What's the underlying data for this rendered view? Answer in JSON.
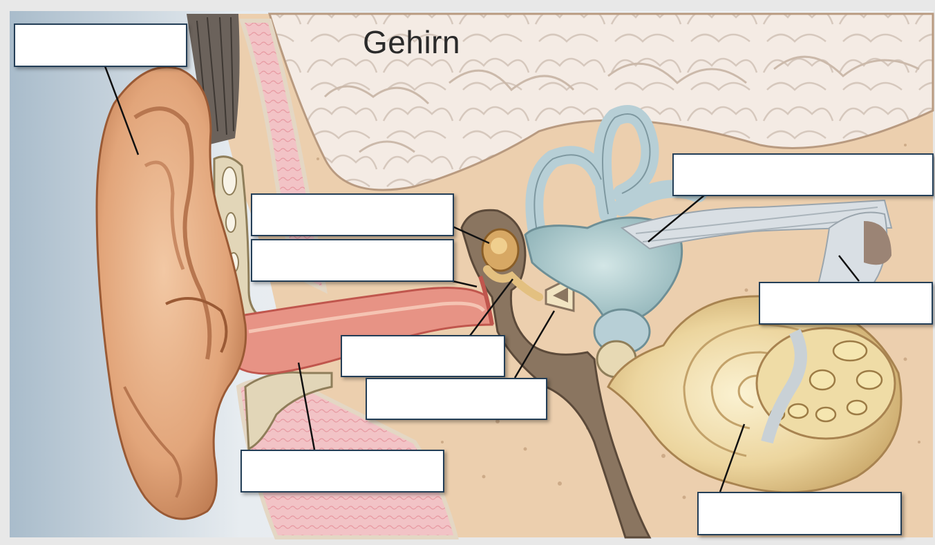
{
  "diagram": {
    "title": "Gehirn",
    "answer_boxes": [
      {
        "id": "box-auricle",
        "value": ""
      },
      {
        "id": "box-vestibule",
        "value": ""
      },
      {
        "id": "box-malleus",
        "value": ""
      },
      {
        "id": "box-tympanic",
        "value": ""
      },
      {
        "id": "box-cochlear-nerve",
        "value": ""
      },
      {
        "id": "box-incus",
        "value": ""
      },
      {
        "id": "box-stapes",
        "value": ""
      },
      {
        "id": "box-ear-canal",
        "value": ""
      },
      {
        "id": "box-cochlea",
        "value": ""
      }
    ]
  }
}
